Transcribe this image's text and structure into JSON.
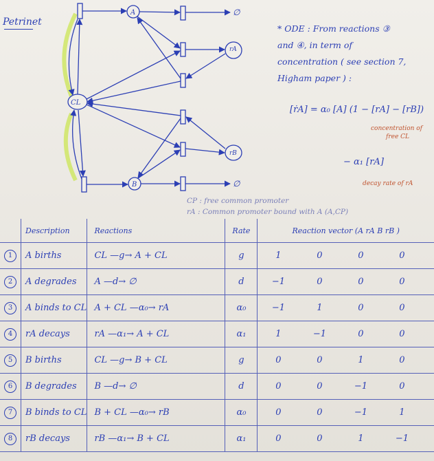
{
  "title": "Petrinet",
  "network": {
    "places": [
      {
        "id": "place-A",
        "label": "A"
      },
      {
        "id": "place-CL",
        "label": "CL"
      },
      {
        "id": "place-B",
        "label": "B"
      },
      {
        "id": "place-rA",
        "label": "rA"
      },
      {
        "id": "place-rB",
        "label": "rB"
      }
    ],
    "sinks": [
      "∅",
      "∅"
    ]
  },
  "ode": {
    "intro": [
      "* ODE : From reactions ③",
      "and ④, in term of",
      "concentration ( see section 7,",
      "Higham paper ) :"
    ],
    "equation": "[ṙA] = α₀ [A] (1 − [rA] − [rB])",
    "under_note_1": "concentration of",
    "under_note_2": "free CL",
    "decay_term": "−  α₁ [rA]",
    "decay_note": "decay rate of rA"
  },
  "legend": {
    "cl": "CP : free common promoter",
    "ra": "rA : Common promoter bound with A (A,CP)"
  },
  "table": {
    "headers": {
      "desc": "Description",
      "reactions": "Reactions",
      "rate": "Rate",
      "vector": "Reaction vector (A  rA  B  rB )"
    },
    "rows": [
      {
        "idx": "1",
        "desc": "A births",
        "reaction": "CL  —g→  A + CL",
        "rate": "g",
        "vec": [
          "1",
          "0",
          "0",
          "0"
        ]
      },
      {
        "idx": "2",
        "desc": "A degrades",
        "reaction": "A  —d→  ∅",
        "rate": "d",
        "vec": [
          "−1",
          "0",
          "0",
          "0"
        ]
      },
      {
        "idx": "3",
        "desc": "A binds to CL",
        "reaction": "A + CL  —α₀→  rA",
        "rate": "α₀",
        "vec": [
          "−1",
          "1",
          "0",
          "0"
        ]
      },
      {
        "idx": "4",
        "desc": "rA decays",
        "reaction": "rA  —α₁→  A + CL",
        "rate": "α₁",
        "vec": [
          "1",
          "−1",
          "0",
          "0"
        ]
      },
      {
        "idx": "5",
        "desc": "B births",
        "reaction": "CL  —g→  B + CL",
        "rate": "g",
        "vec": [
          "0",
          "0",
          "1",
          "0"
        ]
      },
      {
        "idx": "6",
        "desc": "B degrades",
        "reaction": "B  —d→  ∅",
        "rate": "d",
        "vec": [
          "0",
          "0",
          "−1",
          "0"
        ]
      },
      {
        "idx": "7",
        "desc": "B binds to CL",
        "reaction": "B + CL  —α₀→  rB",
        "rate": "α₀",
        "vec": [
          "0",
          "0",
          "−1",
          "1"
        ]
      },
      {
        "idx": "8",
        "desc": "rB decays",
        "reaction": "rB  —α₁→  B + CL",
        "rate": "α₁",
        "vec": [
          "0",
          "0",
          "1",
          "−1"
        ]
      }
    ]
  },
  "colors": {
    "ink": "#2c3fb4",
    "highlight": "#c9e54a",
    "red_note": "#c0532f"
  }
}
